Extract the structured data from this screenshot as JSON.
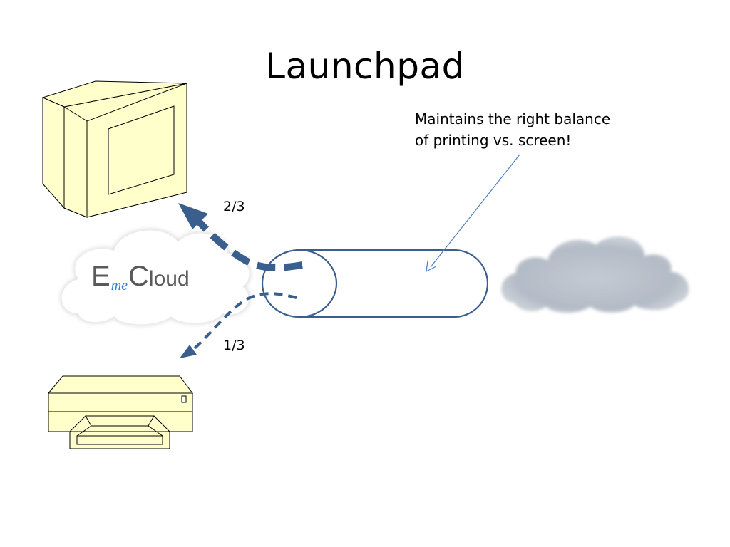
{
  "slide": {
    "title": "Launchpad"
  },
  "callout": {
    "line1": "Maintains the right balance",
    "line2": "of printing vs. screen!"
  },
  "ratios": {
    "screen": "2/3",
    "printer": "1/3"
  },
  "logo": {
    "letter_e": "E",
    "middle": "me",
    "cloud_c": "C",
    "cloud_rest": "loud"
  },
  "colors": {
    "arrow": "#3a5f8f",
    "pipe_stroke": "#3a5f8f",
    "callout_line": "#4a7ec7",
    "monitor_fill": "#ffffcc",
    "printer_fill": "#ffffcc",
    "cloud_fill": "#bcc3cc"
  },
  "icons": [
    "monitor-icon",
    "printer-icon",
    "cloud-icon",
    "logo-cloud-icon"
  ]
}
